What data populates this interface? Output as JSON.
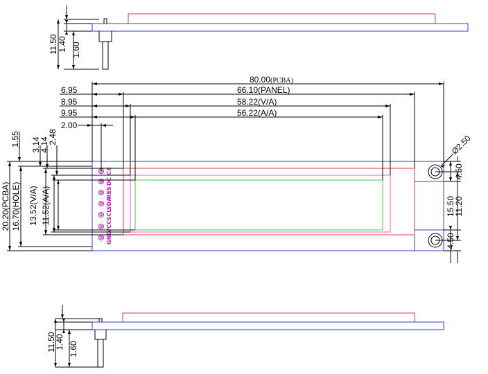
{
  "colors": {
    "pcb": "#3a3ad0",
    "panel": "#d83a5a",
    "viewing_area": "#e060d0",
    "active_area": "#40d040",
    "pins": "#c020c0",
    "dimension": "#000000"
  },
  "top_side_view": {
    "dim_11_50": "11.50",
    "dim_1_40": "1.40",
    "dim_1_60": "1.60"
  },
  "front_view": {
    "dim_pcba_width": "80.00",
    "dim_pcba_width_tag": "(PCBA)",
    "dim_panel_width": "66.10(PANEL)",
    "dim_va_width": "58.22(V/A)",
    "dim_aa_width": "56.22(A/A)",
    "offset_panel": "6.95",
    "offset_va": "8.95",
    "offset_aa": "9.95",
    "offset_pin": "2.00",
    "dim_1_55": "1.55",
    "dim_3_14": "3.14",
    "dim_4_14": "4.14",
    "dim_2_48": "2.48",
    "dim_pcba_height": "20.20(PCBA)",
    "dim_hole_height": "16.70(HOLE)",
    "dim_va_height": "13.52(V/A)",
    "dim_aa_height": "11.52(A/A)",
    "hole_diameter": "Ø2.50",
    "dim_4_50_top": "4.50",
    "dim_15_50": "15.50",
    "dim_11_20": "11.20",
    "dim_4_50_bottom": "4.50",
    "pin_labels": [
      "GND",
      "VCC",
      "SCL",
      "SDA",
      "RES",
      "DC",
      "CS"
    ]
  },
  "bottom_side_view": {
    "dim_11_50": "11.50",
    "dim_1_40": "1.40",
    "dim_1_60": "1.60"
  }
}
